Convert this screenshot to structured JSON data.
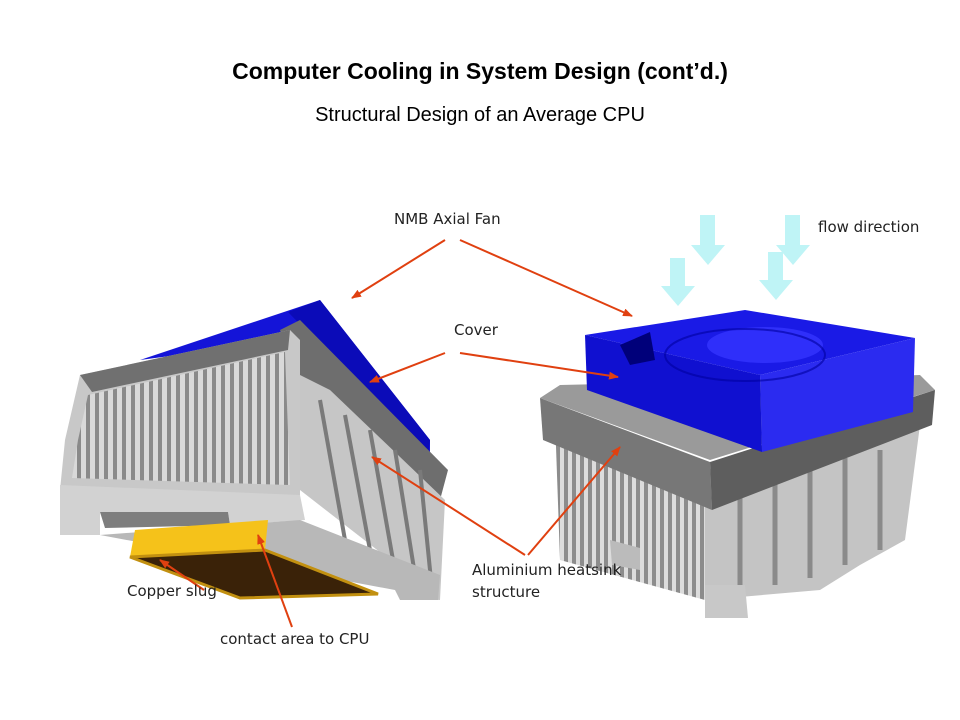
{
  "slide": {
    "title": "Computer Cooling in System Design (cont’d.)",
    "subtitle": "Structural Design of an Average CPU"
  },
  "labels": {
    "fan": "NMB Axial Fan",
    "flow": "flow direction",
    "cover": "Cover",
    "heatsink_line1": "Aluminium heatsink",
    "heatsink_line2": "structure",
    "copper": "Copper slug",
    "contact": "contact area to CPU"
  },
  "colors": {
    "blue_cover": "#1010e0",
    "heatsink_gray": "#b4b4b4",
    "frame_gray": "#6e6e6e",
    "copper": "#f5c21a",
    "contact_brown": "#3a2208",
    "arrow": "#e04010",
    "flow_arrow": "#bff4f6"
  }
}
